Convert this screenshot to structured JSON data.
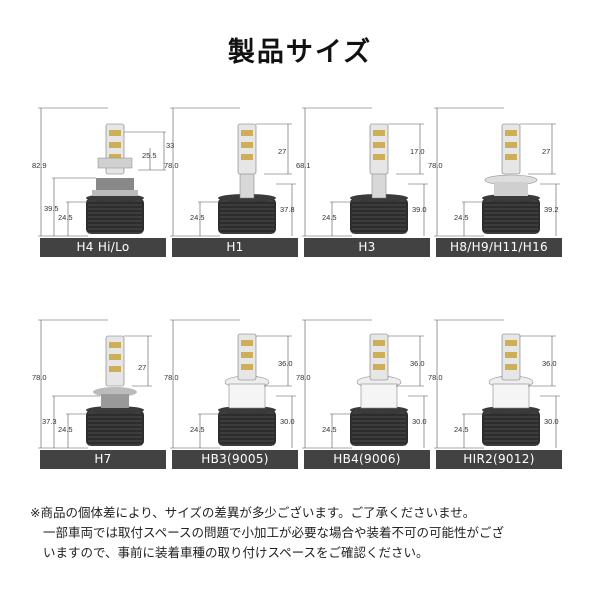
{
  "title": "製品サイズ",
  "products": [
    {
      "label": "H4 Hi/Lo",
      "dims": {
        "total": "82.9",
        "head": "25.5",
        "upper": "33",
        "lower": "39.5",
        "base": "24.5"
      },
      "kind": "h4"
    },
    {
      "label": "H1",
      "dims": {
        "total": "78.0",
        "head": "27",
        "lower": "37.8",
        "base": "24.5"
      },
      "kind": "pin"
    },
    {
      "label": "H3",
      "dims": {
        "total": "68.1",
        "head": "17.0",
        "lower": "39.0",
        "base": "24.5"
      },
      "kind": "pin"
    },
    {
      "label": "H8/H9/H11/H16",
      "dims": {
        "total": "78.0",
        "head": "27",
        "lower": "39.2",
        "base": "24.5"
      },
      "kind": "flange"
    },
    {
      "label": "H7",
      "dims": {
        "total": "78.0",
        "head": "27",
        "lower": "37.3",
        "base": "24.5"
      },
      "kind": "h7"
    },
    {
      "label": "HB3(9005)",
      "dims": {
        "total": "78.0",
        "head": "36.0",
        "lower": "30.0",
        "base": "24.5"
      },
      "kind": "hb"
    },
    {
      "label": "HB4(9006)",
      "dims": {
        "total": "78.0",
        "head": "36.0",
        "lower": "30.0",
        "base": "24.5"
      },
      "kind": "hb"
    },
    {
      "label": "HIR2(9012)",
      "dims": {
        "total": "78.0",
        "head": "36.0",
        "lower": "30.0",
        "base": "24.5"
      },
      "kind": "hb"
    }
  ],
  "note": {
    "line1": "※商品の個体差により、サイズの差異が多少ございます。ご了承くださいませ。",
    "line2": "一部車両では取付スペースの問題で小加工が必要な場合や装着不可の可能性がござ",
    "line3": "いますので、事前に装着車種の取り付けスペースをご確認ください。"
  }
}
